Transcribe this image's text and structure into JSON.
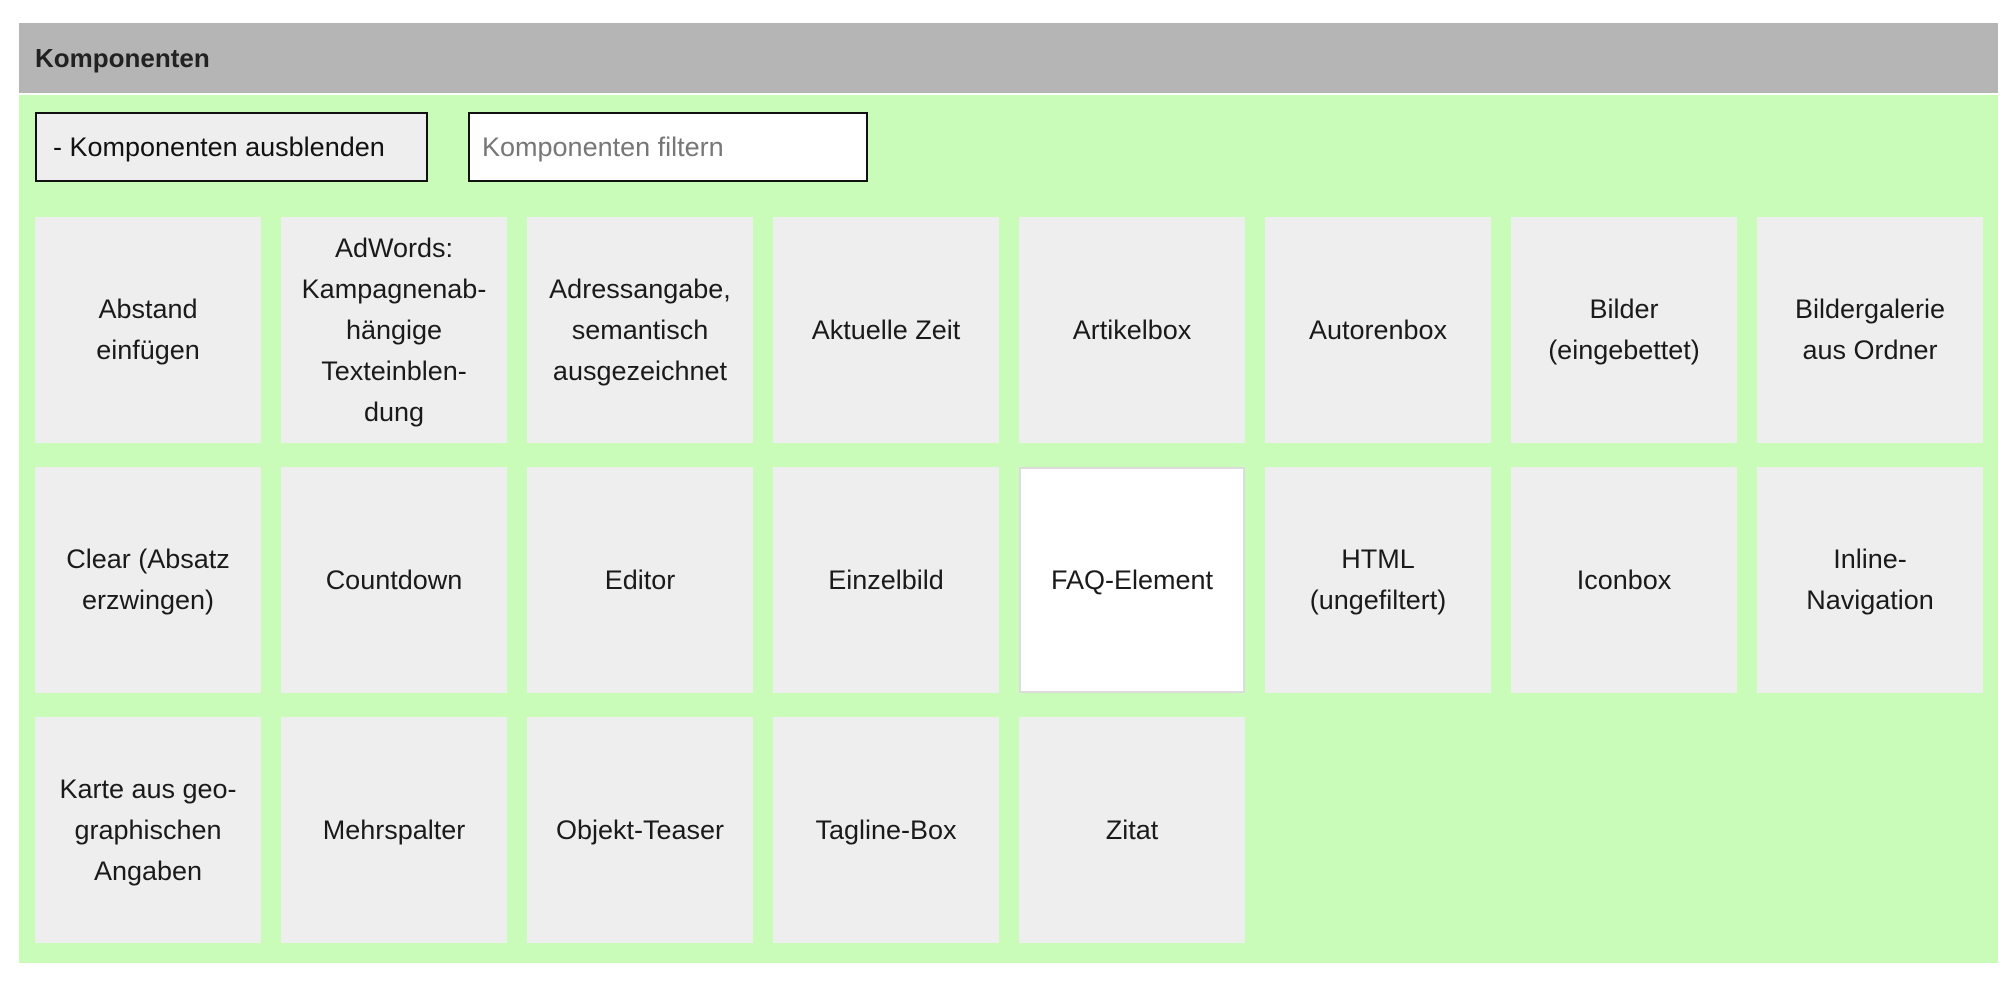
{
  "panel": {
    "title": "Komponenten"
  },
  "toolbar": {
    "toggle_label": "- Komponenten ausblenden",
    "filter_placeholder": "Komponenten filtern",
    "filter_value": ""
  },
  "components": [
    {
      "label": "Abstand\neinfügen",
      "selected": false
    },
    {
      "label": "AdWords:\nKampagnenab-\nhängige\nTexteinblen-\ndung",
      "selected": false
    },
    {
      "label": "Adressangabe,\nsemantisch\nausgezeichnet",
      "selected": false
    },
    {
      "label": "Aktuelle Zeit",
      "selected": false
    },
    {
      "label": "Artikelbox",
      "selected": false
    },
    {
      "label": "Autorenbox",
      "selected": false
    },
    {
      "label": "Bilder\n(eingebettet)",
      "selected": false
    },
    {
      "label": "Bildergalerie\naus Ordner",
      "selected": false
    },
    {
      "label": "Clear (Absatz\nerzwingen)",
      "selected": false
    },
    {
      "label": "Countdown",
      "selected": false
    },
    {
      "label": "Editor",
      "selected": false
    },
    {
      "label": "Einzelbild",
      "selected": false
    },
    {
      "label": "FAQ-Element",
      "selected": true
    },
    {
      "label": "HTML\n(ungefiltert)",
      "selected": false
    },
    {
      "label": "Iconbox",
      "selected": false
    },
    {
      "label": "Inline-\nNavigation",
      "selected": false
    },
    {
      "label": "Karte aus geo-\ngraphischen\nAngaben",
      "selected": false
    },
    {
      "label": "Mehrspalter",
      "selected": false
    },
    {
      "label": "Objekt-Teaser",
      "selected": false
    },
    {
      "label": "Tagline-Box",
      "selected": false
    },
    {
      "label": "Zitat",
      "selected": false
    }
  ],
  "colors": {
    "header_bg": "#b5b5b5",
    "body_bg": "#c8fcb8",
    "tile_bg": "#eeeeee",
    "tile_selected_bg": "#ffffff"
  }
}
